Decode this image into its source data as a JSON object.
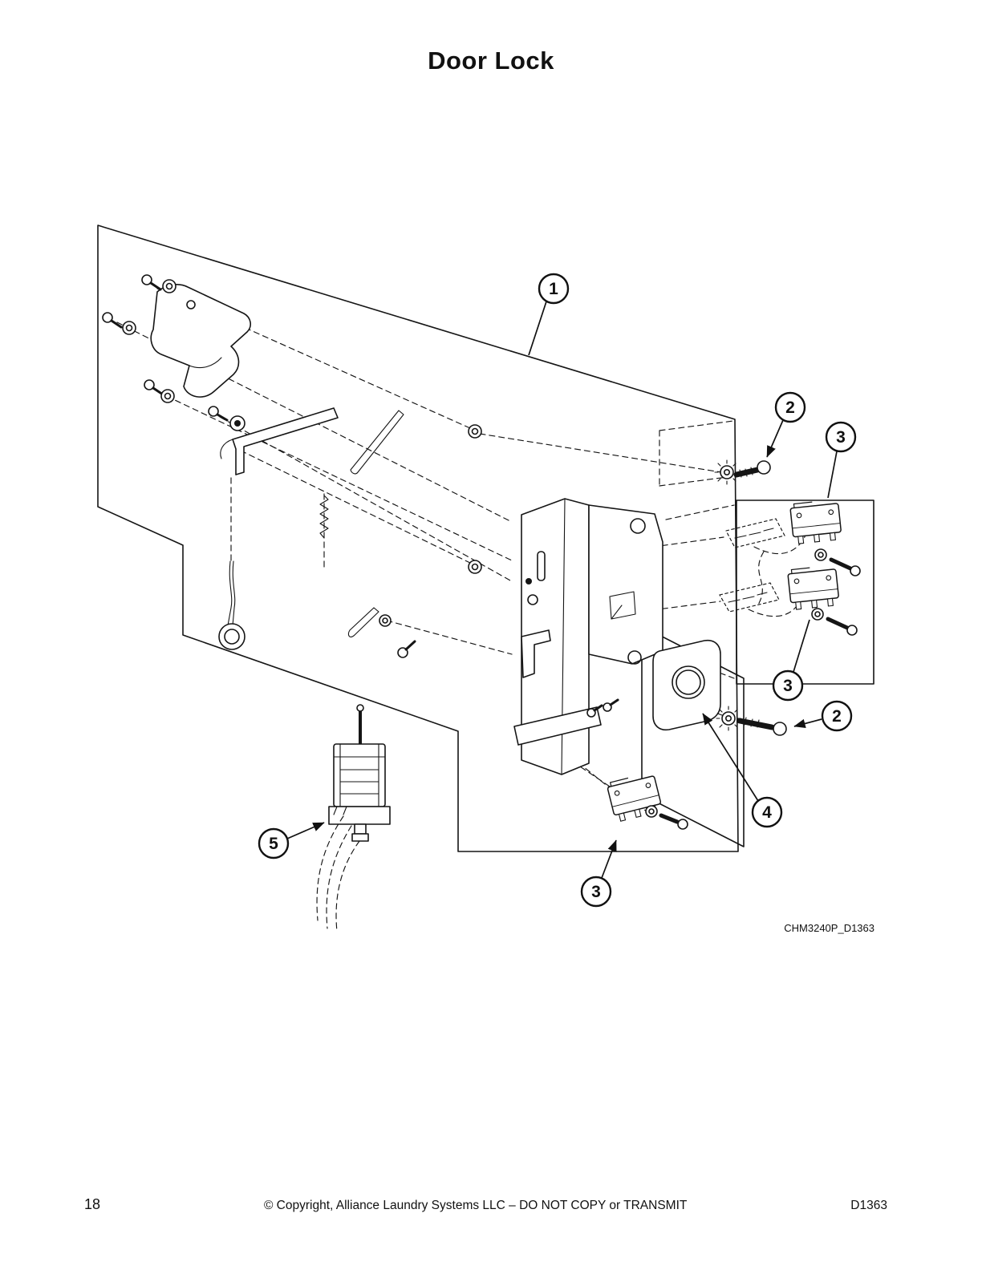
{
  "page": {
    "title": "Door Lock",
    "figure_code": "CHM3240P_D1363"
  },
  "footer": {
    "page_number": "18",
    "copyright": "© Copyright, Alliance Laundry Systems LLC – DO NOT COPY or TRANSMIT",
    "doc_code": "D1363"
  },
  "diagram": {
    "description": "Exploded parts diagram of washer door lock assembly",
    "callouts": [
      "1",
      "2",
      "3",
      "3",
      "2",
      "4",
      "3",
      "5"
    ],
    "line_color": "#151515",
    "background": "#ffffff"
  }
}
